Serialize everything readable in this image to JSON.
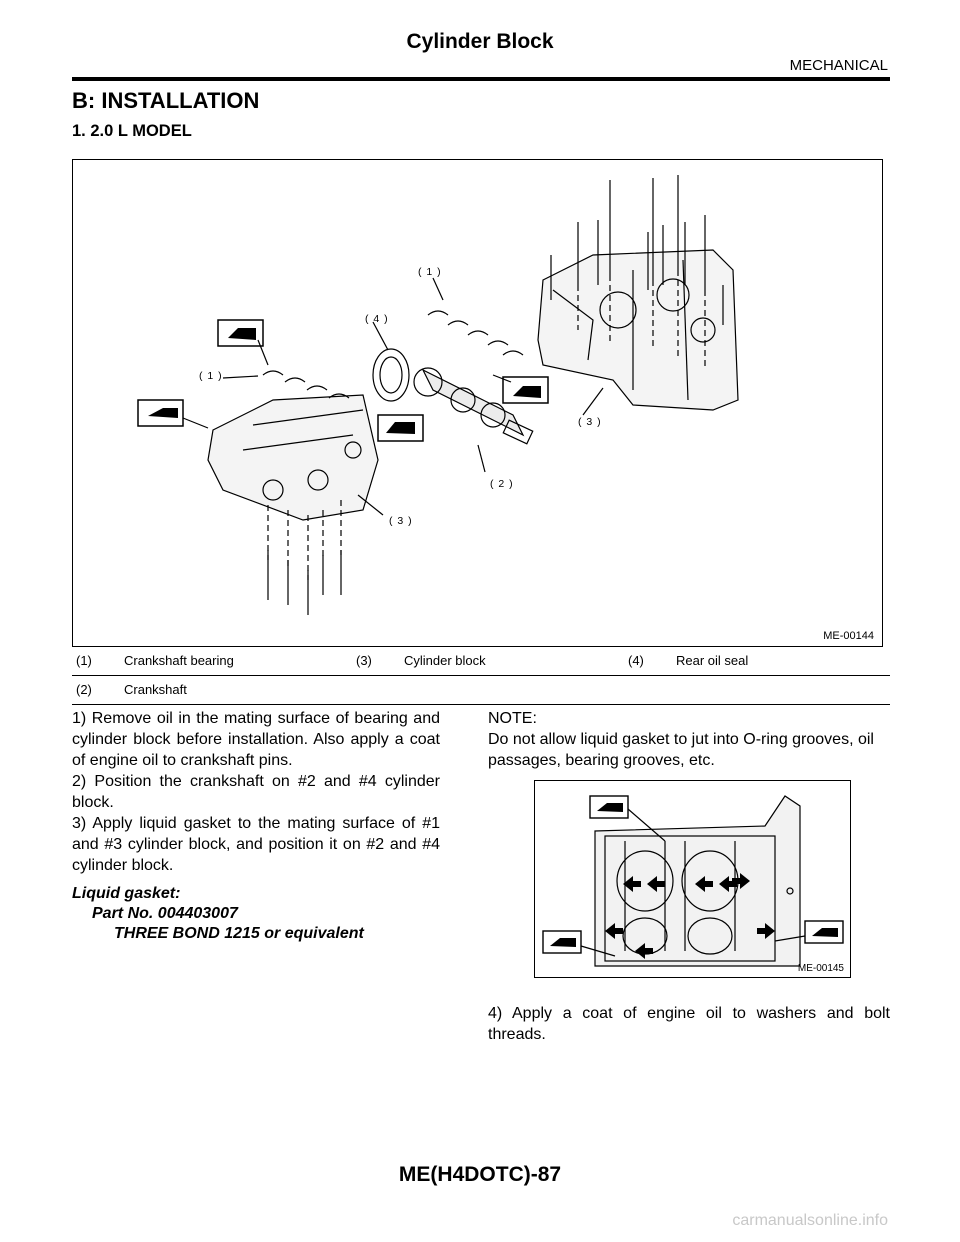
{
  "header": {
    "title": "Cylinder Block",
    "section": "MECHANICAL"
  },
  "section_title": "B:  INSTALLATION",
  "subsection_title": "1.  2.0 L MODEL",
  "figure1": {
    "code": "ME-00144",
    "labels": {
      "l1a": "( 1 )",
      "l1b": "( 1 )",
      "l2": "( 2 )",
      "l3a": "( 3 )",
      "l3b": "( 3 )",
      "l4": "( 4 )"
    }
  },
  "legend": [
    {
      "num": "(1)",
      "text": "Crankshaft bearing"
    },
    {
      "num": "(3)",
      "text": "Cylinder block"
    },
    {
      "num": "(4)",
      "text": "Rear oil seal"
    },
    {
      "num": "(2)",
      "text": "Crankshaft"
    }
  ],
  "steps": {
    "s1": "1) Remove oil in the mating surface of bearing and cylinder block before installation. Also apply a coat of engine oil to crankshaft pins.",
    "s2": "2) Position the crankshaft on #2 and #4 cylinder block.",
    "s3": "3) Apply liquid gasket to the mating surface of #1 and #3 cylinder block, and position it on #2 and #4 cylinder block.",
    "s4": "4) Apply a coat of engine oil to washers and bolt threads."
  },
  "spec": {
    "line1": "Liquid gasket:",
    "line2": "Part No. 004403007",
    "line3": "THREE BOND 1215 or equivalent"
  },
  "note": {
    "label": "NOTE:",
    "text": "Do not allow liquid gasket to jut into O-ring grooves, oil passages, bearing grooves, etc."
  },
  "figure2": {
    "code": "ME-00145"
  },
  "footer": {
    "page_id": "ME(H4DOTC)-87"
  },
  "watermark": "carmanualsonline.info"
}
